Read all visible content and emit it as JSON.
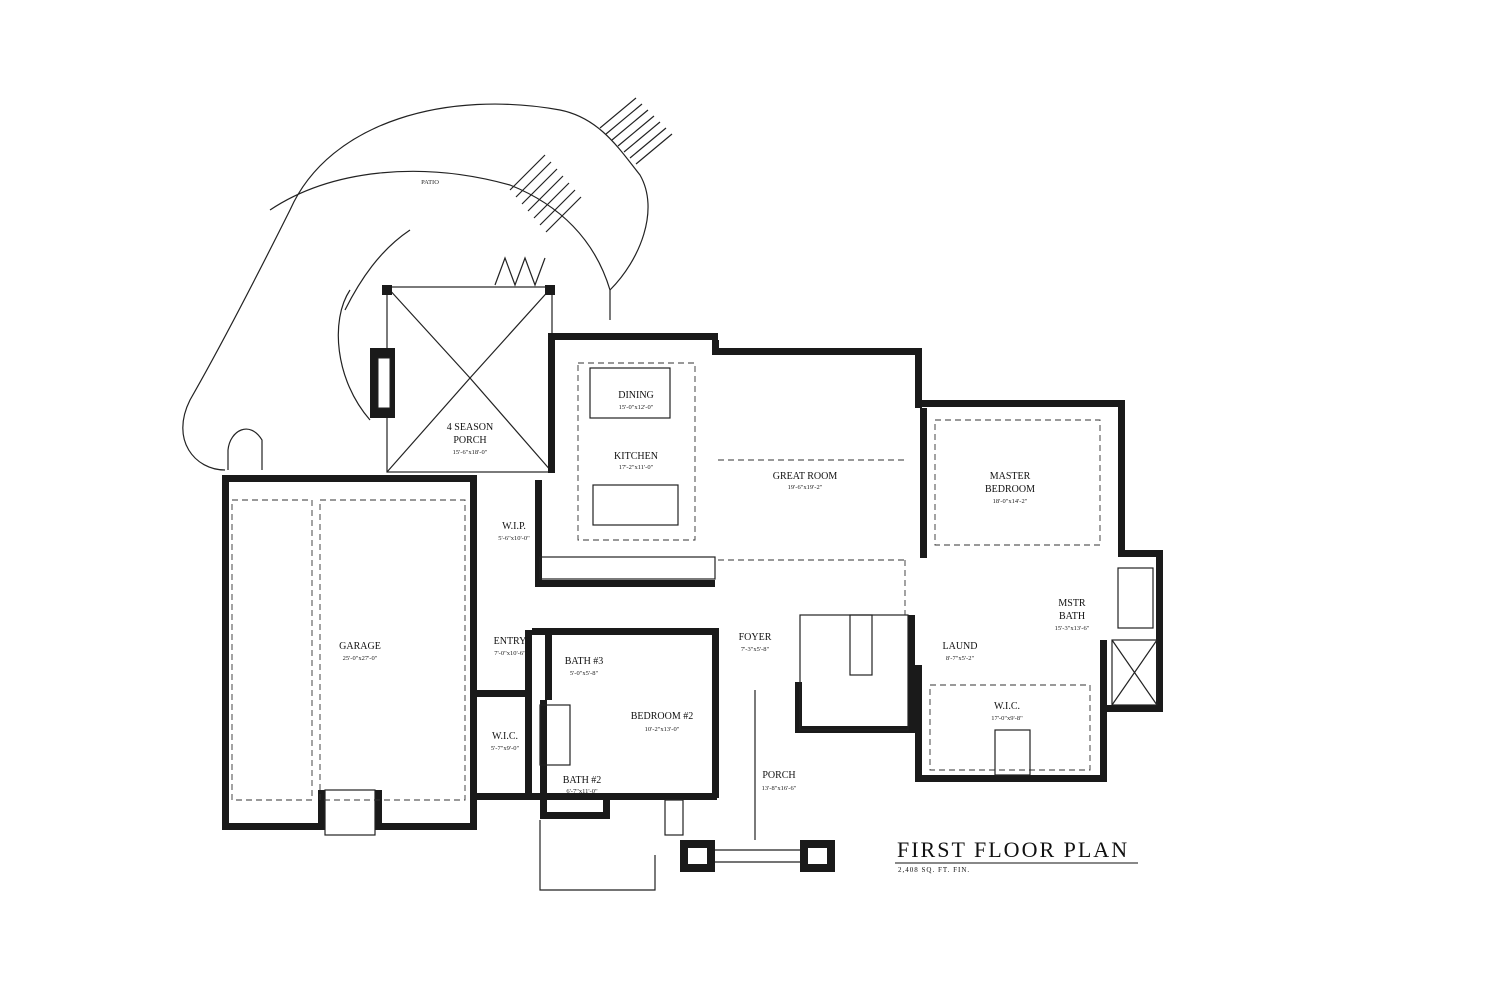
{
  "title": "FIRST FLOOR PLAN",
  "subtitle": "2,408 SQ. FT. FIN.",
  "rooms": {
    "patio": {
      "name": "PATIO",
      "dims": ""
    },
    "four_season_porch": {
      "name": "4 SEASON PORCH",
      "dims": "15'-6\"x18'-0\""
    },
    "dining": {
      "name": "DINING",
      "dims": "15'-0\"x12'-0\""
    },
    "kitchen": {
      "name": "KITCHEN",
      "dims": "17'-2\"x11'-0\""
    },
    "great_room": {
      "name": "GREAT ROOM",
      "dims": "19'-6\"x19'-2\""
    },
    "master_bedroom": {
      "name": "MASTER BEDROOM",
      "dims": "18'-0\"x14'-2\""
    },
    "wip": {
      "name": "W.I.P.",
      "dims": "5'-6\"x10'-0\""
    },
    "garage": {
      "name": "GARAGE",
      "dims": "25'-0\"x27'-0\""
    },
    "entry": {
      "name": "ENTRY",
      "dims": "7'-0\"x10'-6\""
    },
    "bath3": {
      "name": "BATH #3",
      "dims": "5'-0\"x5'-8\""
    },
    "foyer": {
      "name": "FOYER",
      "dims": "7'-3\"x5'-8\""
    },
    "mstr_bath": {
      "name": "MSTR BATH",
      "dims": "15'-3\"x13'-6\""
    },
    "laund": {
      "name": "LAUND",
      "dims": "8'-7\"x5'-2\""
    },
    "bedroom2": {
      "name": "BEDROOM #2",
      "dims": "10'-2\"x13'-0\""
    },
    "wic_left": {
      "name": "W.I.C.",
      "dims": "5'-7\"x9'-0\""
    },
    "wic_master": {
      "name": "W.I.C.",
      "dims": "17'-0\"x9'-8\""
    },
    "bath2": {
      "name": "BATH #2",
      "dims": "6'-7\"x11'-0\""
    },
    "porch": {
      "name": "PORCH",
      "dims": "13'-8\"x16'-6\""
    }
  }
}
